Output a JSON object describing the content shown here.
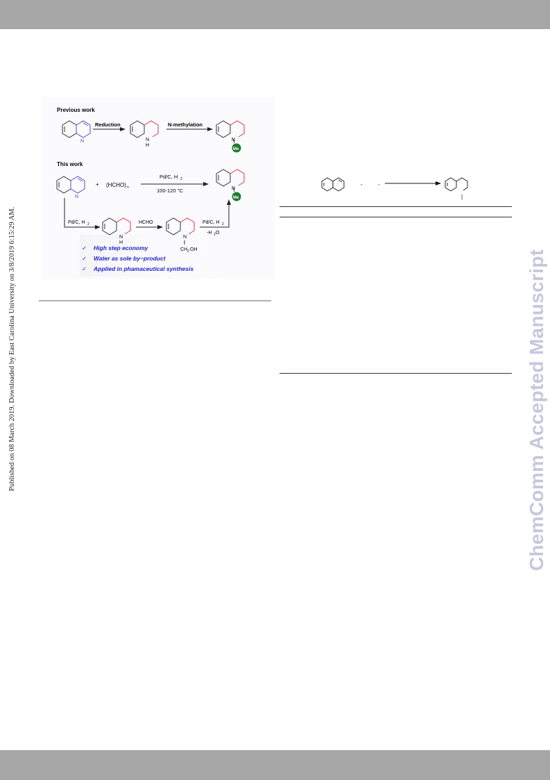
{
  "sidebar": {
    "published_note": "Published on 08 March 2019. Downloaded by East Carolina University on 3/8/2019 6:15:29 AM.",
    "watermark": "ChemComm Accepted Manuscript"
  },
  "figure": {
    "previous_heading": "Previous work",
    "this_heading": "This work",
    "reduction_label": "Reduction",
    "methylation_label": "N-methylation",
    "n_label": "N",
    "nh_label": "H",
    "me_label": "Me",
    "plus": "+",
    "hcho_n": "(HCHO)",
    "n_sub": "n",
    "pdc_h2": "Pd/C, H",
    "h2_sub": "2",
    "temp": "100-120 °C",
    "hcho": "HCHO",
    "minus_h2o": "-H",
    "o_label": "O",
    "ch2oh": "CH",
    "oh_label": "OH",
    "benefits": [
      "High step economy",
      "Water as sole by−product",
      "Applied in phamaceutical synthesis"
    ],
    "check": "✓",
    "colors": {
      "blue": "#4b4bd6",
      "red": "#e0304a",
      "green": "#1f7a2e",
      "benefit": "#2222cc"
    }
  },
  "scheme": {
    "dash1": "-",
    "dash2": "-",
    "bar": "|"
  }
}
